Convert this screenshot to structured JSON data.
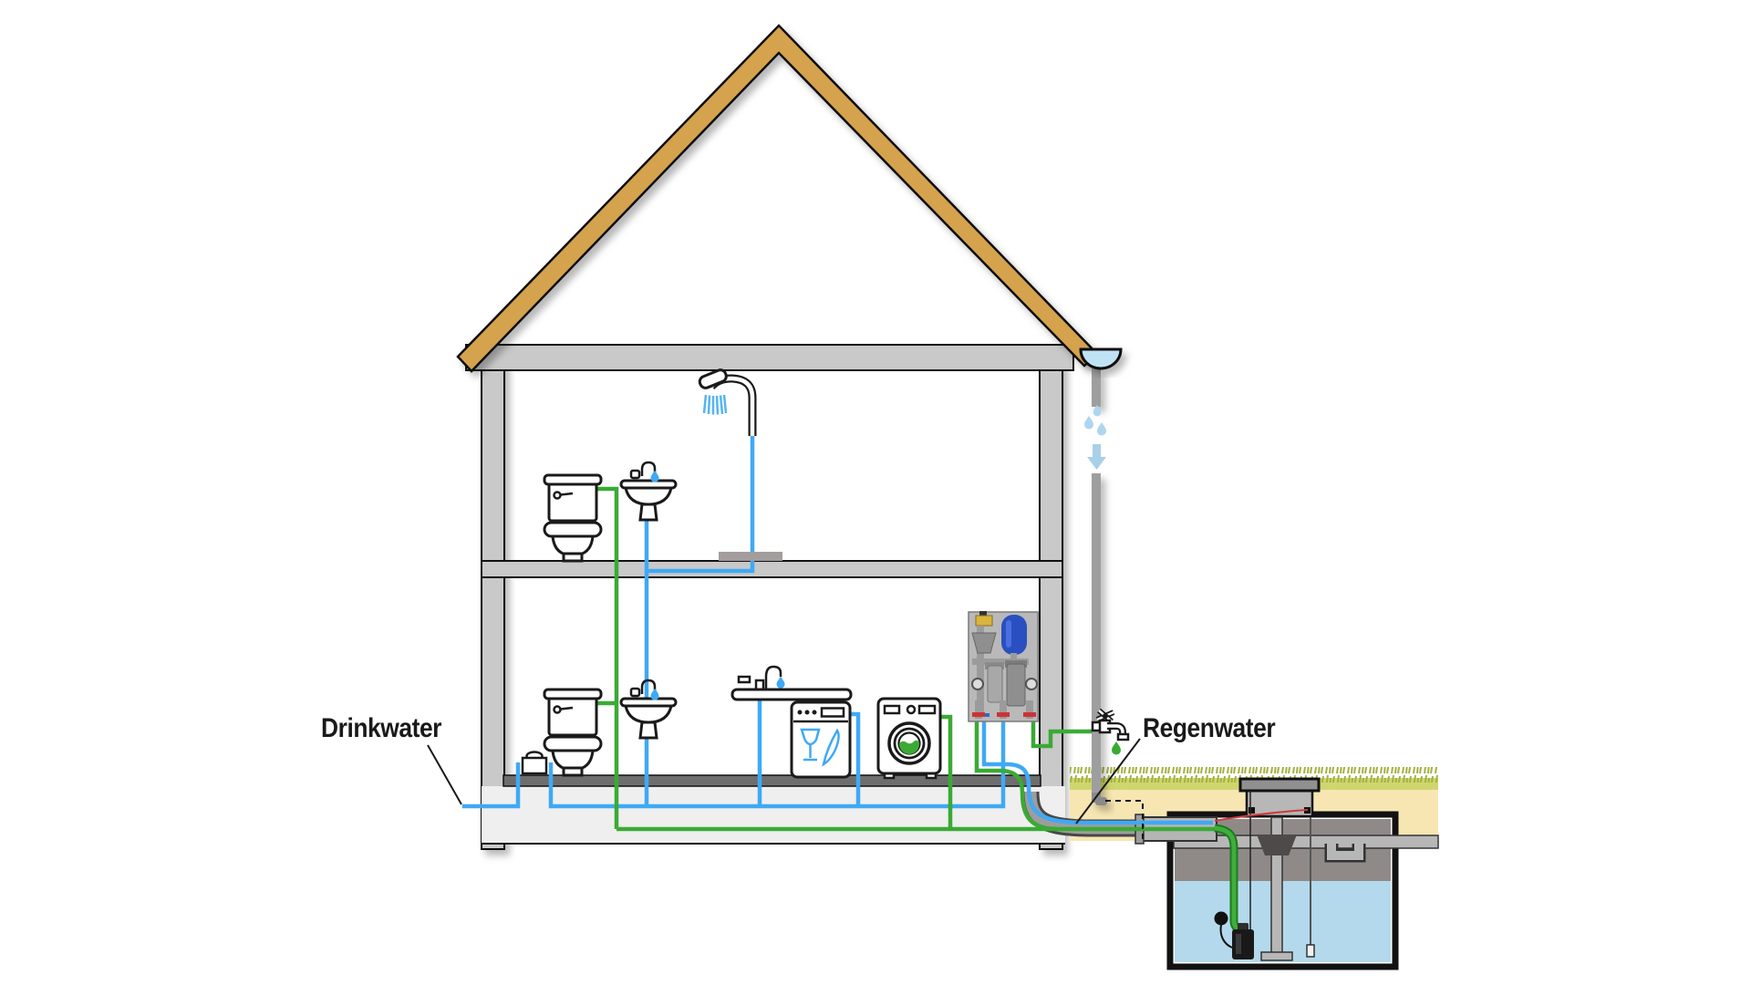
{
  "diagram": {
    "labels": {
      "drinkwater": "Drinkwater",
      "regenwater": "Regenwater"
    },
    "colors": {
      "drinkwater_pipe": "#3fa9f5",
      "regenwater_pipe": "#3aaa35",
      "roof": "#d5a24d",
      "wall": "#c9c9c9",
      "floor_dark": "#6e6e6e",
      "foundation": "#efefef",
      "grass": "#cfd66f",
      "soil": "#f7e6b2",
      "tank_water": "#b4d9ec",
      "tank_concrete": "#8f8a88",
      "gutter_water": "#bfe3f5",
      "rain_drop": "#aed6f0",
      "label_text": "#1a1a1a"
    },
    "icons": {
      "gutter": "half-circle bowl with water",
      "downspout": "gray vertical rain pipe",
      "rain-drops": "three falling teardrops",
      "flow-arrow": "light blue downward arrow",
      "toilet": "toilet with cistern",
      "sink": "pedestal sink with faucet and water drop",
      "shower": "shower head with spray",
      "shower-tray": "gray floor drain plate",
      "water-meter": "small meter box with oval lid",
      "kitchen-counter": "countertop with faucet",
      "dishwasher": "dishwasher with glass and cutlery symbol",
      "washing-machine": "front-load washer with green water in drum",
      "filter-unit": "wall filter station with blue expansion vessel",
      "outdoor-tap": "garden tap with green drop",
      "storage-tank": "underground concrete rainwater tank",
      "access-shaft": "tank access riser with lid",
      "submersible-pump": "black pump with float switch",
      "calming-inlet": "vertical inlet pipe with T fitting",
      "overflow-siphon": "overflow trap pipe",
      "level-indicator": "float level gauge",
      "suction-hose": "green flexible hose to pump",
      "sensor-cable": "thin red cable",
      "underground-sleeve": "gray conduit from house to tank",
      "dashed-conduit": "dashed buried connection"
    }
  }
}
